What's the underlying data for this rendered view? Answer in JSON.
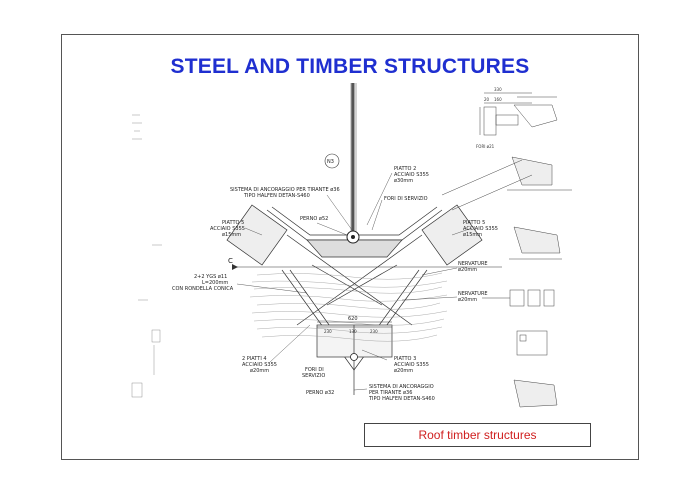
{
  "slide": {
    "title": "STEEL AND TIMBER STRUCTURES",
    "caption": "Roof timber structures"
  },
  "drawing": {
    "node_tag": "N3",
    "section_marker": "C",
    "labels": {
      "piatto2": [
        "PIATTO 2",
        "ACCIAIO S355",
        "ø30mm"
      ],
      "sistema_top": [
        "SISTEMA DI ANCORAGGIO PER TIRANTE ø36",
        "TIPO HALFEN DETAN-S460"
      ],
      "fori_servizio_top": "FORI DI SERVIZIO",
      "perno_top": "PERNO ø52",
      "piatto5_left": [
        "PIATTO 5",
        "ACCIAIO S355",
        "ø15mm"
      ],
      "piatto5_right": [
        "PIATTO 5",
        "ACCIAIO S355",
        "ø15mm"
      ],
      "nervature1": [
        "NERVATURE",
        "ø20mm"
      ],
      "nervature2": [
        "NERVATURE",
        "ø20mm"
      ],
      "bolts": [
        "2+2 YGS ø11",
        "L=200mm",
        "CON RONDELLA CONICA"
      ],
      "dim_total": "620",
      "dims": [
        "230",
        "130",
        "230"
      ],
      "piatti4": [
        "2 PIATTI 4",
        "ACCIAIO S355",
        "ø20mm"
      ],
      "fori_servizio_bottom": [
        "FORI DI",
        "SERVIZIO"
      ],
      "piatto3": [
        "PIATTO 3",
        "ACCIAIO S355",
        "ø20mm"
      ],
      "perno_bottom": "PERNO ø32",
      "sistema_bottom": [
        "SISTEMA DI ANCORAGGIO",
        "PER TIRANTE ø36",
        "TIPO HALFEN DETAN-S460"
      ],
      "detail_dims": [
        "330",
        "20",
        "160"
      ],
      "fori_detail": "FORI ø21"
    }
  }
}
